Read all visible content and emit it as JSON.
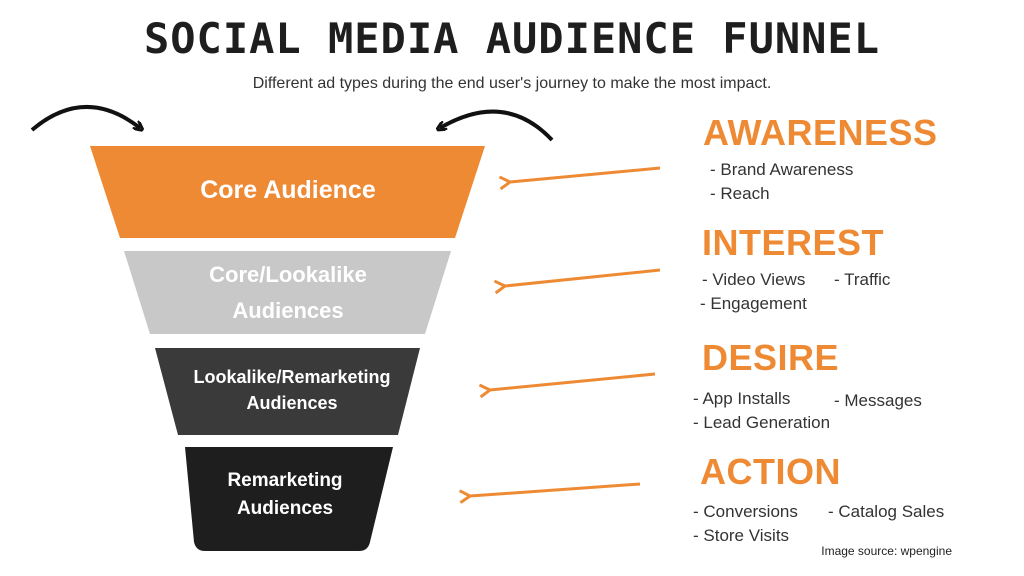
{
  "header": {
    "title": "SOCIAL MEDIA AUDIENCE FUNNEL",
    "subtitle": "Different ad types during the end user's journey to make the most impact."
  },
  "funnel": {
    "tiers": [
      {
        "lines": [
          "Core Audience"
        ],
        "color": "#ee8a34"
      },
      {
        "lines": [
          "Core/Lookalike",
          "Audiences"
        ],
        "color": "#c8c8c8"
      },
      {
        "lines": [
          "Lookalike/Remarketing",
          "Audiences"
        ],
        "color": "#3a3a3a"
      },
      {
        "lines": [
          "Remarketing",
          "Audiences"
        ],
        "color": "#1e1e1e"
      }
    ]
  },
  "stages": [
    {
      "title": "AWARENESS",
      "items": [
        "- Brand Awareness",
        "- Reach"
      ]
    },
    {
      "title": "INTEREST",
      "items": [
        "- Video Views",
        "- Traffic",
        "- Engagement"
      ]
    },
    {
      "title": "DESIRE",
      "items": [
        "- App Installs",
        "- Messages",
        "- Lead Generation"
      ]
    },
    {
      "title": "ACTION",
      "items": [
        "- Conversions",
        "- Catalog Sales",
        "- Store Visits"
      ]
    }
  ],
  "footer": {
    "source": "Image source: wpengine"
  },
  "colors": {
    "accent": "#ee8a34",
    "arrow": "#ee8a34",
    "curve": "#111111"
  }
}
